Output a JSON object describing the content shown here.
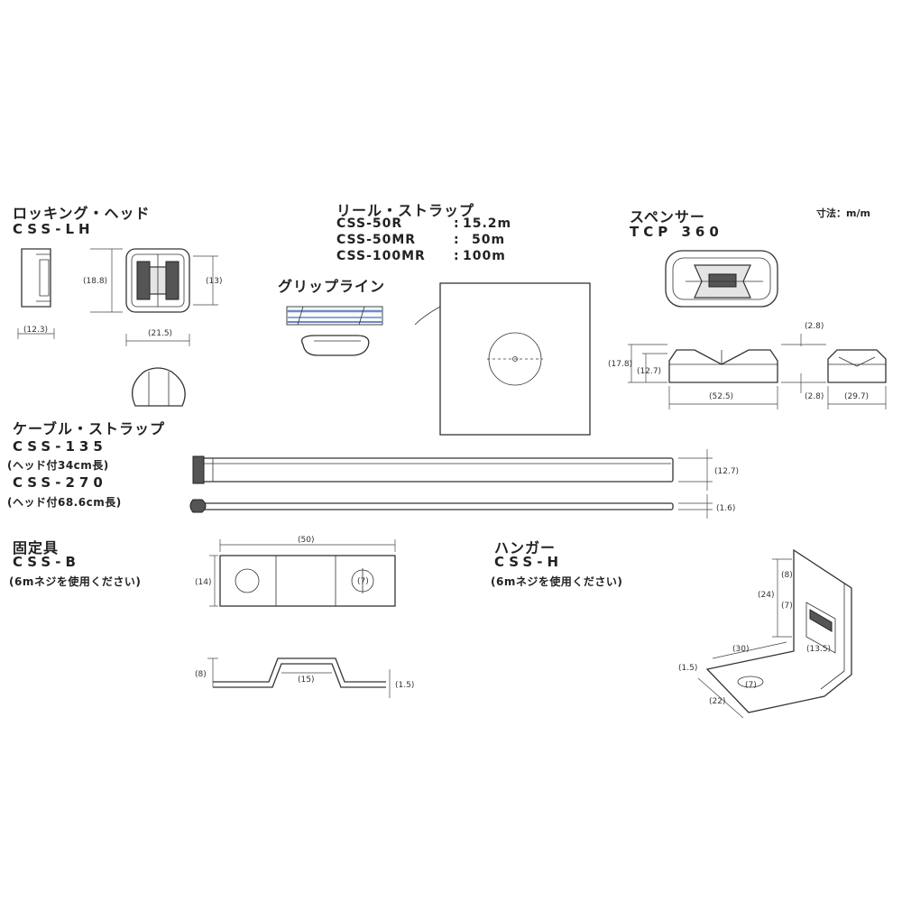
{
  "unit_note": "寸法：m/m",
  "locking_head": {
    "title": "ロッキング・ヘッド",
    "code": "CSS-LH",
    "dims": {
      "d1": "(18.8)",
      "d2": "(13)",
      "d3": "(12.3)",
      "d4": "(21.5)"
    }
  },
  "reel_strap": {
    "title": "リール・ストラップ",
    "rows": [
      {
        "code": "CSS-50R",
        "value": "15.2m"
      },
      {
        "code": "CSS-50MR",
        "value": "50m"
      },
      {
        "code": "CSS-100MR",
        "value": "100m"
      }
    ],
    "separator": ":"
  },
  "grip_line": {
    "title": "グリップライン"
  },
  "spacer": {
    "title": "スペンサー",
    "code": "TCP 360",
    "dims": {
      "d1": "(2.8)",
      "d2": "(17.8)",
      "d3": "(12.7)",
      "d4": "(2.8)",
      "d5": "(52.5)",
      "d6": "(29.7)"
    }
  },
  "cable_strap": {
    "title": "ケーブル・ストラップ",
    "code1": "CSS-135",
    "note1": "(ヘッド付34cm長)",
    "code2": "CSS-270",
    "note2": "(ヘッド付68.6cm長)",
    "dims": {
      "d1": "(12.7)",
      "d2": "(1.6)"
    }
  },
  "fixture": {
    "title": "固定具",
    "code": "CSS-B",
    "note": "(6mネジを使用ください)",
    "dims": {
      "d1": "(50)",
      "d2": "(14)",
      "d3": "(7)",
      "d4": "(8)",
      "d5": "(15)",
      "d6": "(1.5)"
    }
  },
  "hanger": {
    "title": "ハンガー",
    "code": "CSS-H",
    "note": "(6mネジを使用ください)",
    "dims": {
      "d1": "(8)",
      "d2": "(24)",
      "d3": "(7)",
      "d4": "(30)",
      "d5": "(13.5)",
      "d6": "(1.5)",
      "d7": "(7)",
      "d8": "(22)"
    }
  }
}
